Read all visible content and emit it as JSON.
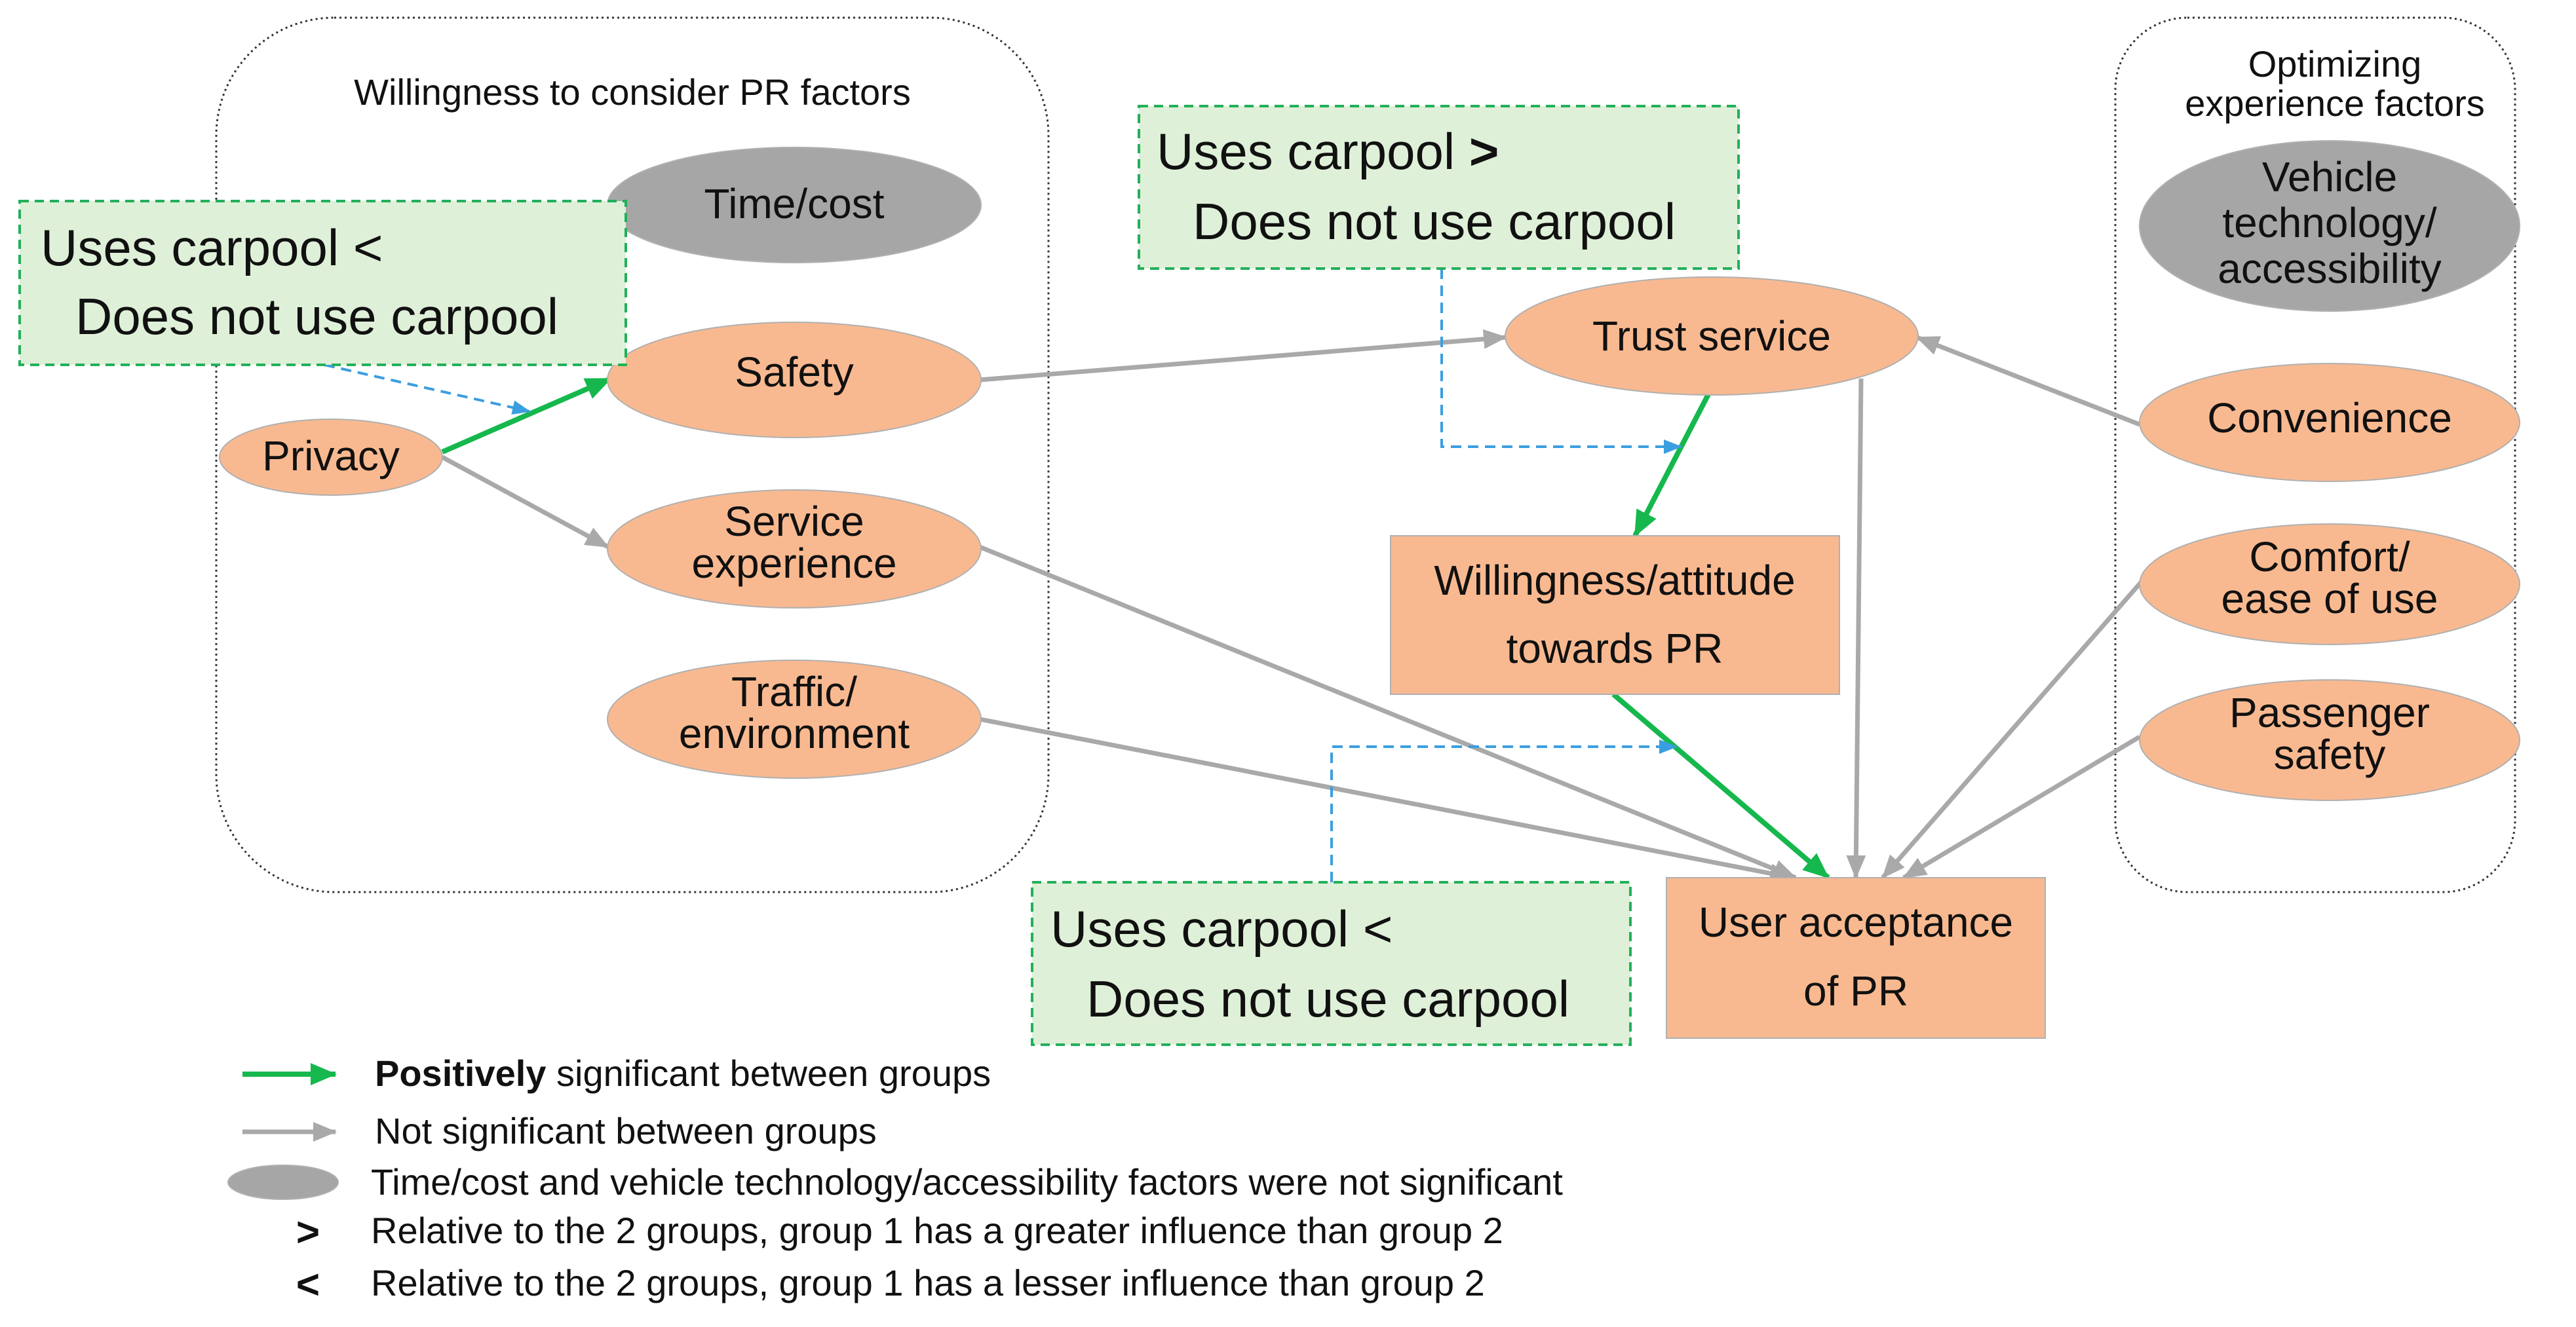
{
  "groups": {
    "left_title": "Willingness to consider PR factors",
    "right_title_1": "Optimizing",
    "right_title_2": "experience factors"
  },
  "nodes": {
    "time_cost": "Time/cost",
    "safety": "Safety",
    "privacy": "Privacy",
    "service_1": "Service",
    "service_2": "experience",
    "traffic_1": "Traffic/",
    "traffic_2": "environment",
    "trust": "Trust service",
    "willingness_1": "Willingness/attitude",
    "willingness_2": "towards PR",
    "acceptance_1": "User acceptance",
    "acceptance_2": "of PR",
    "vehicle_1": "Vehicle",
    "vehicle_2": "technology/",
    "vehicle_3": "accessibility",
    "convenience": "Convenience",
    "comfort_1": "Comfort/",
    "comfort_2": "ease of use",
    "passenger_1": "Passenger",
    "passenger_2": "safety"
  },
  "notes": {
    "left_1": "Uses carpool <",
    "left_2": "Does not use carpool",
    "top_1": "Uses carpool",
    "top_symbol": ">",
    "top_2": "Does not use carpool",
    "bottom_1": "Uses carpool <",
    "bottom_2": "Does not use carpool"
  },
  "legend": {
    "green_bold": "Positively",
    "green_rest": " significant between groups",
    "gray": "Not significant between groups",
    "ellipse": "Time/cost and vehicle technology/accessibility factors were not significant",
    "gt_symbol": ">",
    "gt_text": "Relative to the 2 groups, group 1 has a greater influence than group 2",
    "lt_symbol": "<",
    "lt_text": "Relative to the 2 groups, group 1 has a lesser influence than group 2"
  },
  "colors": {
    "significant": "#16b84e",
    "not_significant": "#a9a9a9",
    "moderation": "#3b9ee0",
    "factor_fill": "#f9b990",
    "not_significant_factor": "#a6a6a6",
    "note_fill": "#dff0d8"
  }
}
